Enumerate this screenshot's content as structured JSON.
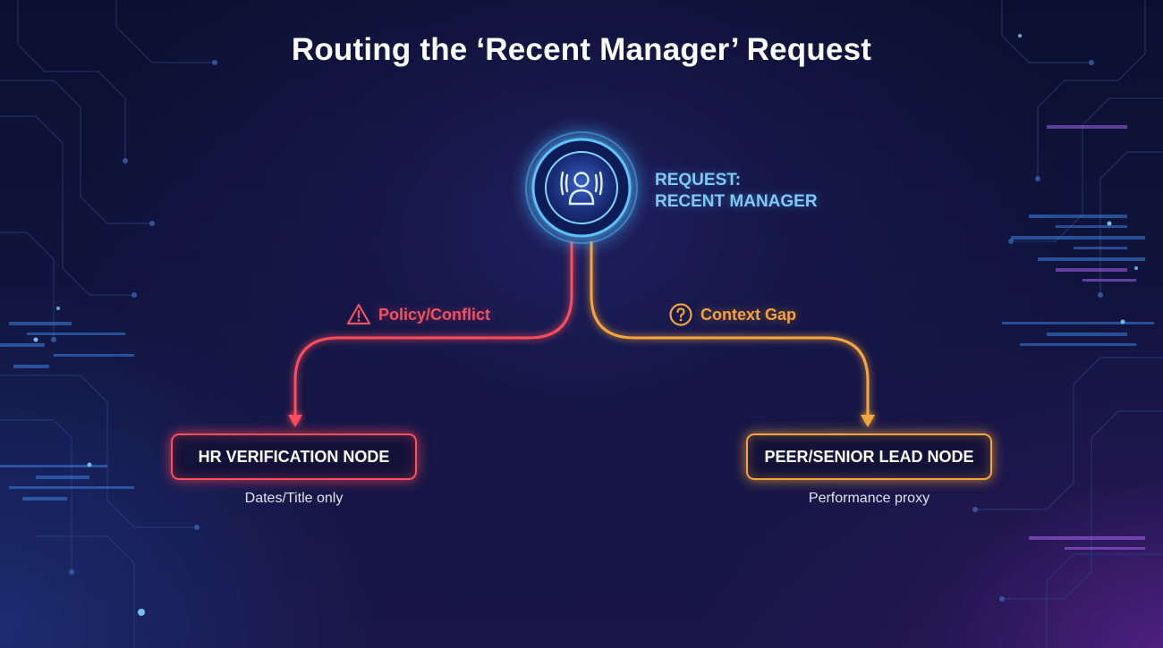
{
  "title": "Routing the ‘Recent Manager’ Request",
  "request": {
    "label_line1": "REQUEST:",
    "label_line2": "RECENT MANAGER",
    "icon": "user-scan-icon"
  },
  "branches": [
    {
      "id": "policy",
      "label": "Policy/Conflict",
      "icon": "warning-triangle-icon",
      "color": "#ff4e5c",
      "node_label": "HR VERIFICATION NODE",
      "caption": "Dates/Title only"
    },
    {
      "id": "context",
      "label": "Context Gap",
      "icon": "question-circle-icon",
      "color": "#f7a53c",
      "node_label": "PEER/SENIOR LEAD NODE",
      "caption": "Performance proxy"
    }
  ],
  "colors": {
    "background": "#0c0f2e",
    "accent_blue": "#4fb8ff",
    "request_label": "#7ec9f5",
    "red": "#ff4e5c",
    "orange": "#f7a53c"
  }
}
